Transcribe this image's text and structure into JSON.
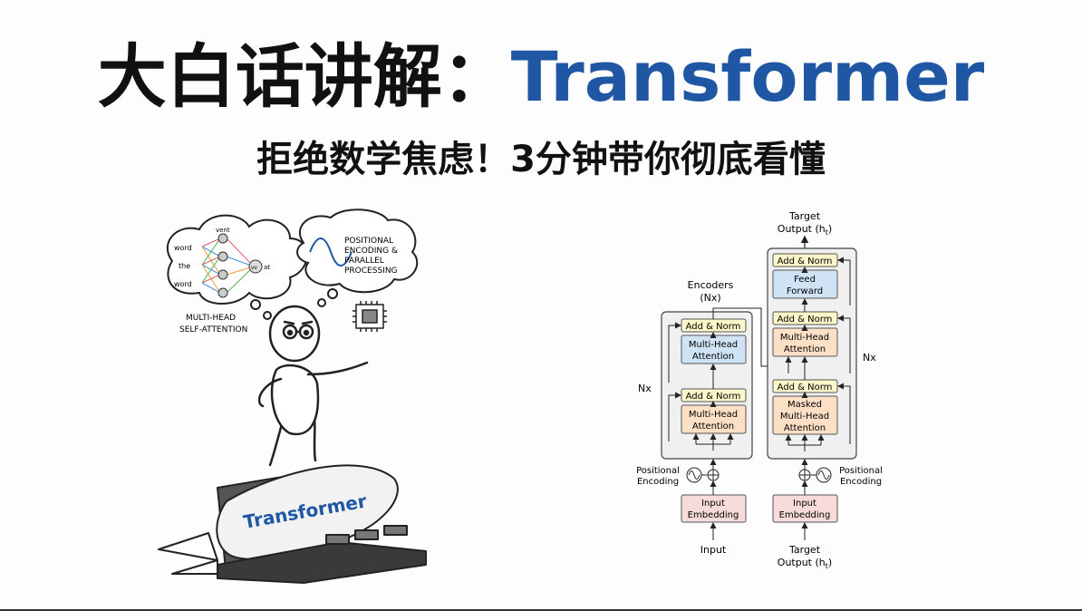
{
  "title": {
    "part1": "大白话讲解：",
    "accent": "Transformer"
  },
  "subtitle": "拒绝数学焦虑！3分钟带你彻底看懂",
  "cartoon": {
    "thought_left": {
      "words": [
        "word",
        "the",
        "word"
      ],
      "top_word": "vent",
      "out_node": "vv",
      "out_word": "at"
    },
    "caption_left": [
      "MULTI-HEAD",
      "SELF-ATTENTION"
    ],
    "thought_right_lines": [
      "POSITIONAL",
      "ENCODING &",
      "PARALLEL",
      "PROCESSING"
    ],
    "rocket_label": "Transformer"
  },
  "diagram": {
    "target_output_top": [
      "Target",
      "Output (h",
      "t",
      ")"
    ],
    "encoders_label": [
      "Encoders",
      "(Nx)"
    ],
    "nx_left": "Nx",
    "nx_right": "Nx",
    "add_norm": "Add & Norm",
    "enc_mha": [
      "Multi-Head",
      "Attention"
    ],
    "dec_ff": [
      "Feed",
      "Forward"
    ],
    "dec_mha": [
      "Multi-Head",
      "Attention"
    ],
    "dec_masked": [
      "Masked",
      "Multi-Head",
      "Attention"
    ],
    "pos_enc_left": [
      "Positional",
      "Encoding"
    ],
    "pos_enc_right": [
      "Positional",
      "Encoding"
    ],
    "input_embedding": [
      "Input",
      "Embedding"
    ],
    "input_label": "Input",
    "target_output_bottom": [
      "Target",
      "Output (h",
      "t",
      ")"
    ]
  },
  "colors": {
    "accent": "#1f57a4",
    "add_norm_fill": "#fdf6c9",
    "attention_fill": "#fce0c6",
    "mha_fill": "#cfe3f5",
    "embedding_fill": "#f7dada",
    "ff_fill": "#cfe3f5"
  }
}
